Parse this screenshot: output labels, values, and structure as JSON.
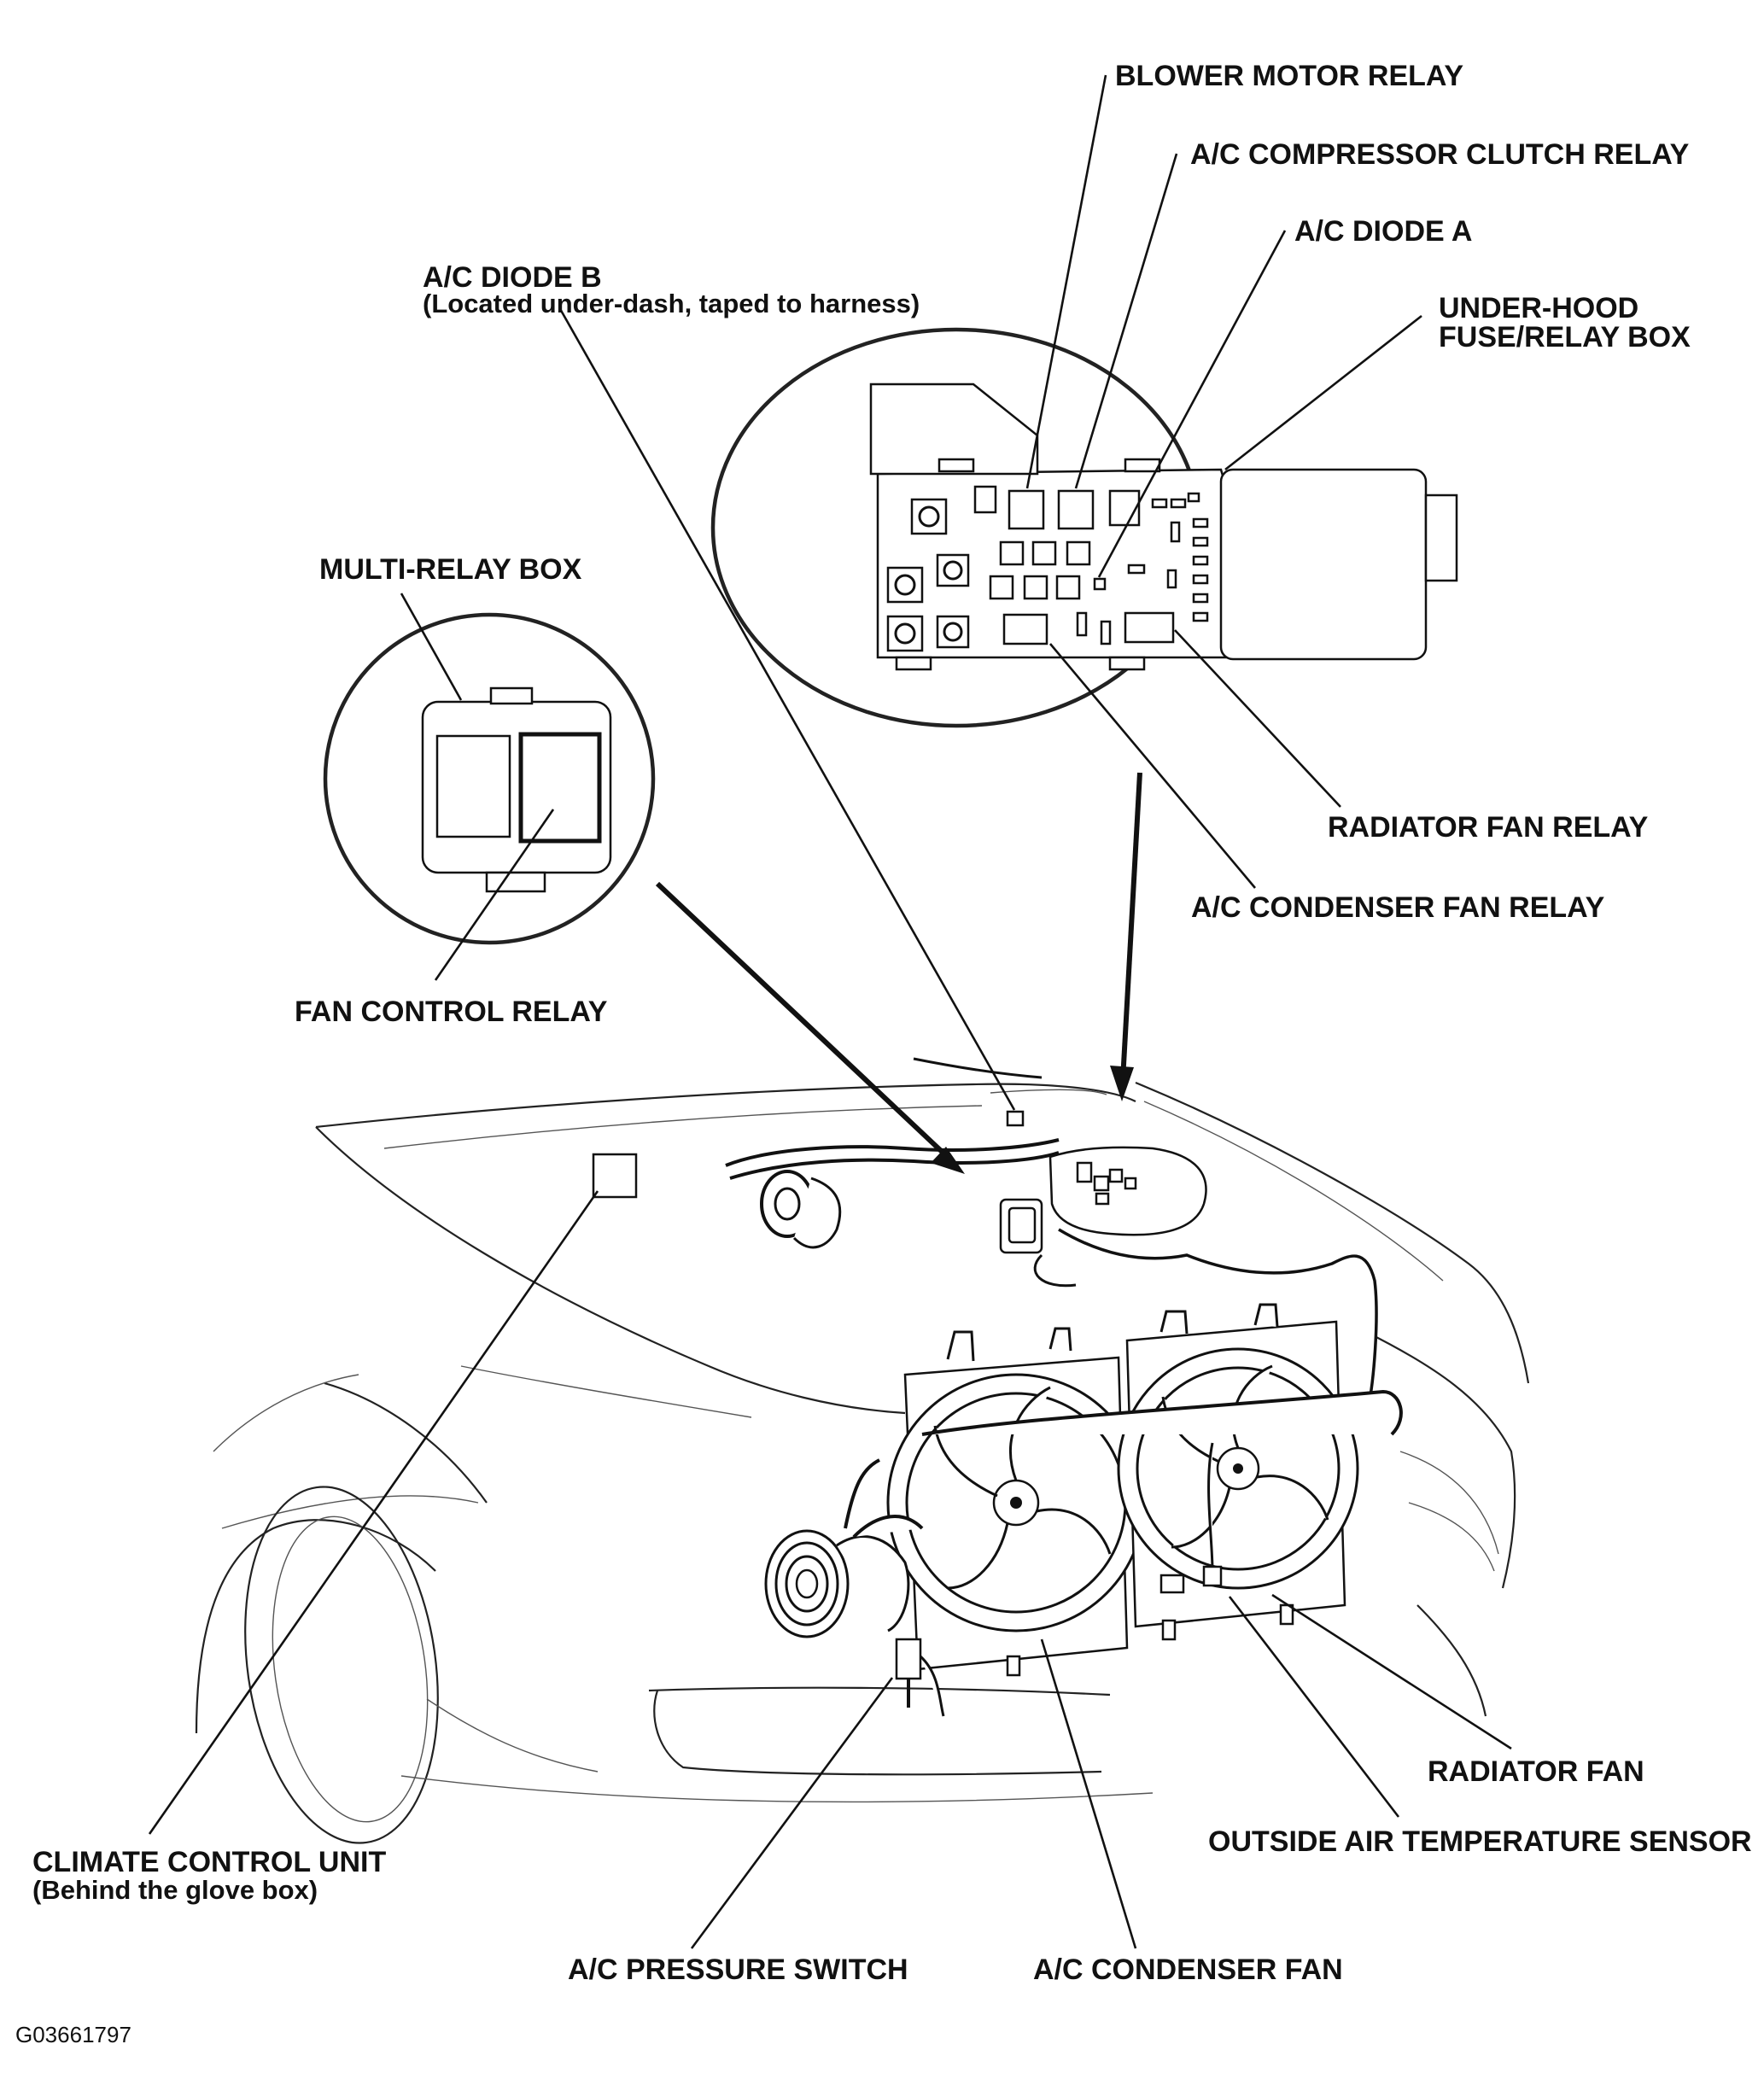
{
  "labels": {
    "blower_motor_relay": "BLOWER MOTOR RELAY",
    "ac_compressor_clutch_relay": "A/C COMPRESSOR CLUTCH RELAY",
    "ac_diode_a": "A/C DIODE A",
    "ac_diode_b": "A/C DIODE B",
    "ac_diode_b_note": "(Located under-dash, taped to harness)",
    "under_hood_fuse_relay_box_line1": "UNDER-HOOD",
    "under_hood_fuse_relay_box_line2": "FUSE/RELAY BOX",
    "multi_relay_box": "MULTI-RELAY BOX",
    "radiator_fan_relay": "RADIATOR FAN RELAY",
    "ac_condenser_fan_relay": "A/C CONDENSER FAN RELAY",
    "fan_control_relay": "FAN CONTROL RELAY",
    "radiator_fan": "RADIATOR FAN",
    "outside_air_temperature_sensor": "OUTSIDE  AIR TEMPERATURE SENSOR",
    "climate_control_unit": "CLIMATE CONTROL UNIT",
    "climate_control_unit_note": "(Behind the glove box)",
    "ac_pressure_switch": "A/C PRESSURE SWITCH",
    "ac_condenser_fan": "A/C CONDENSER FAN"
  },
  "figure_id": "G03661797"
}
